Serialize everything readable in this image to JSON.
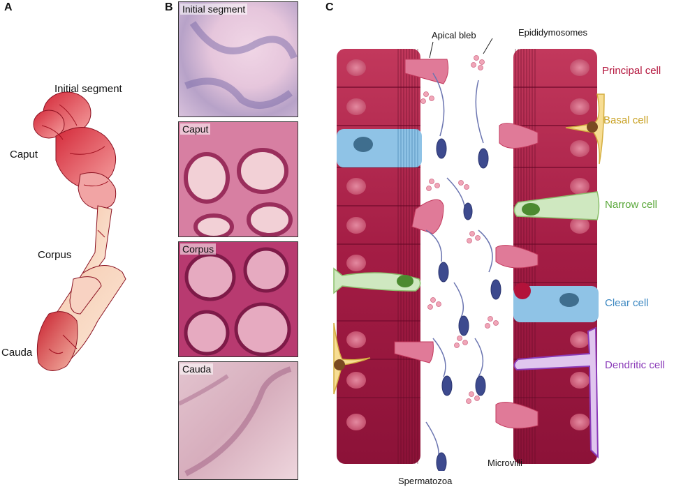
{
  "panels": {
    "a": "A",
    "b": "B",
    "c": "C"
  },
  "panel_a": {
    "labels": [
      "Initial segment",
      "Caput",
      "Corpus",
      "Cauda"
    ]
  },
  "panel_b": {
    "tiles": [
      "Initial segment",
      "Caput",
      "Corpus",
      "Cauda"
    ]
  },
  "panel_c": {
    "top_labels": [
      "Apical bleb",
      "Epididymosomes"
    ],
    "bottom_labels": [
      "Microvilli",
      "Spermatozoa"
    ],
    "cell_types": [
      {
        "name": "Principal cell",
        "color": "#b3123a"
      },
      {
        "name": "Basal cell",
        "color": "#c8a020"
      },
      {
        "name": "Narrow cell",
        "color": "#5aa83a"
      },
      {
        "name": "Clear cell",
        "color": "#3a86c0"
      },
      {
        "name": "Dendritic cell",
        "color": "#8a3ab8"
      }
    ]
  }
}
